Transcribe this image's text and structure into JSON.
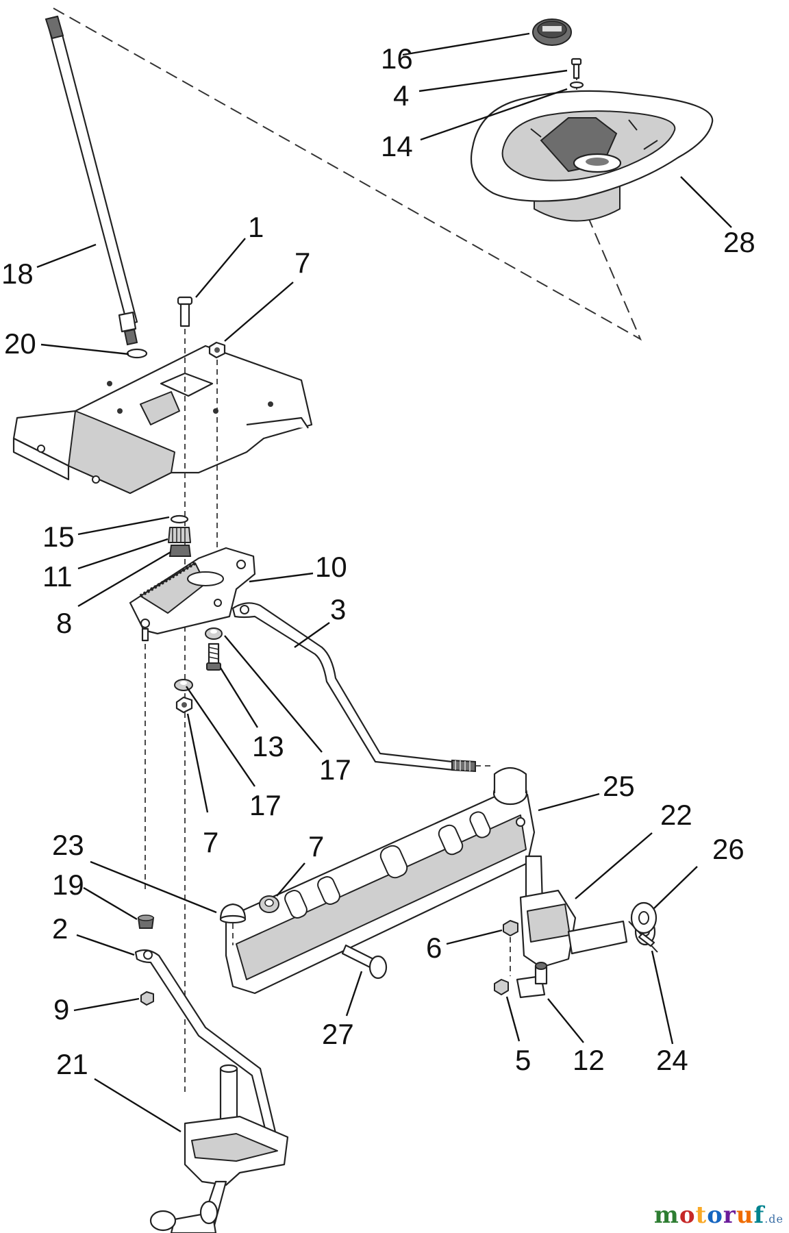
{
  "callouts": [
    {
      "id": "c16",
      "text": "16"
    },
    {
      "id": "c4",
      "text": "4"
    },
    {
      "id": "c14",
      "text": "14"
    },
    {
      "id": "c28",
      "text": "28"
    },
    {
      "id": "c18",
      "text": "18"
    },
    {
      "id": "c1",
      "text": "1"
    },
    {
      "id": "c7a",
      "text": "7"
    },
    {
      "id": "c20",
      "text": "20"
    },
    {
      "id": "c15",
      "text": "15"
    },
    {
      "id": "c11",
      "text": "11"
    },
    {
      "id": "c10",
      "text": "10"
    },
    {
      "id": "c8",
      "text": "8"
    },
    {
      "id": "c3",
      "text": "3"
    },
    {
      "id": "c13",
      "text": "13"
    },
    {
      "id": "c17a",
      "text": "17"
    },
    {
      "id": "c17b",
      "text": "17"
    },
    {
      "id": "c7b",
      "text": "7"
    },
    {
      "id": "c25",
      "text": "25"
    },
    {
      "id": "c22",
      "text": "22"
    },
    {
      "id": "c26",
      "text": "26"
    },
    {
      "id": "c23",
      "text": "23"
    },
    {
      "id": "c7c",
      "text": "7"
    },
    {
      "id": "c19",
      "text": "19"
    },
    {
      "id": "c2",
      "text": "2"
    },
    {
      "id": "c6",
      "text": "6"
    },
    {
      "id": "c9",
      "text": "9"
    },
    {
      "id": "c27",
      "text": "27"
    },
    {
      "id": "c5",
      "text": "5"
    },
    {
      "id": "c12",
      "text": "12"
    },
    {
      "id": "c24",
      "text": "24"
    },
    {
      "id": "c21",
      "text": "21"
    }
  ],
  "watermark": {
    "letters": [
      "m",
      "o",
      "t",
      "o",
      "r",
      "u",
      "f"
    ],
    "letter_colors": [
      "#2e7d32",
      "#c62828",
      "#f9a825",
      "#1565c0",
      "#6a1b9a",
      "#ef6c00",
      "#00838f"
    ],
    "tld": ".de"
  }
}
